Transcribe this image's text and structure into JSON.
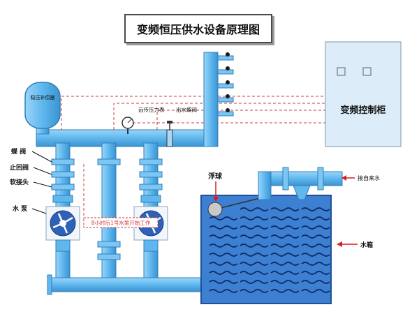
{
  "title": "变频恒压供水设备原理图",
  "labels": {
    "pressure_tank": "稳压补偿器",
    "pressure_gauge": "远传压力表",
    "outlet_valve": "出水蝶阀",
    "butterfly_valve": "蝶 阀",
    "check_valve": "止回阀",
    "flex_joint": "软接头",
    "pump": "水 泵",
    "timer_note": "8小时后1号水泵开始工作",
    "float_ball": "浮球",
    "inlet": "接自来水",
    "tank": "水箱",
    "control_cabinet": "变频控制柜"
  },
  "colors": {
    "pipe": "#5fb7ee",
    "pipe_stroke": "#2f7fb8",
    "tank_water": "#3d7fd0",
    "wave": "#0d2a66",
    "cabinet": "#dcecf8",
    "signal": "#d23b3b",
    "arrow": "#d41f1f"
  }
}
